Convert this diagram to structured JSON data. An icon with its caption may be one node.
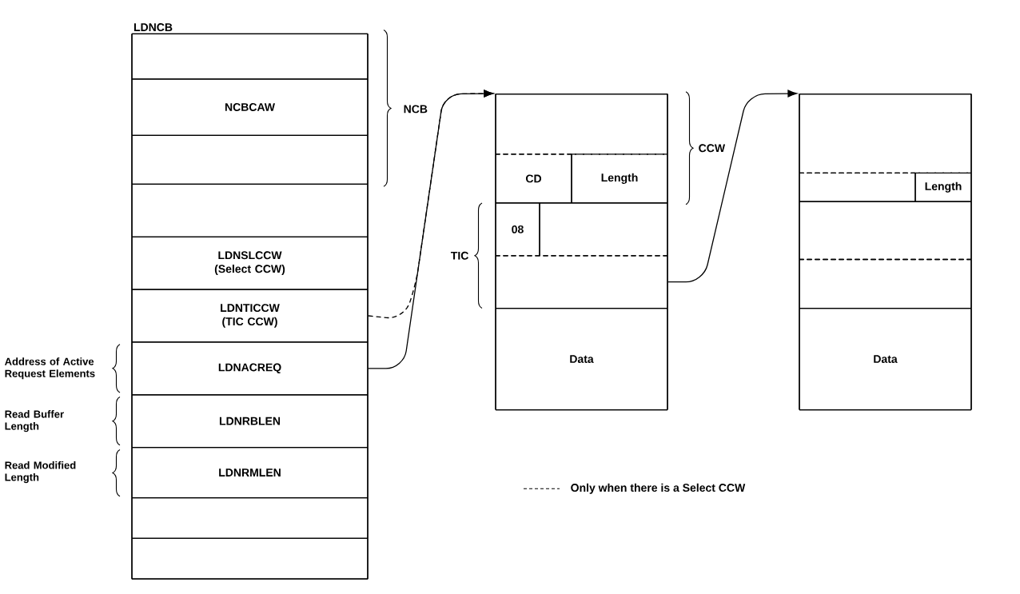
{
  "diagram": {
    "nodes": [
      {
        "text": [
          "LDNCB"
        ]
      },
      {
        "text": [],
        "shape": "box",
        "in": 0
      },
      {
        "text": [
          "NCBCAW"
        ],
        "in": 0
      },
      {
        "text": [],
        "shape": "box",
        "in": 0
      },
      {
        "text": [],
        "shape": "box",
        "in": 0
      },
      {
        "text": [
          "LDNSLCCW (Select CCW)"
        ],
        "in": 0
      },
      {
        "text": [
          "LDNTICCW (TIC CCW)"
        ],
        "in": 0
      },
      {
        "text": [
          "LDNACREQ"
        ],
        "in": 0
      },
      {
        "text": [
          "LDNRBLEN"
        ],
        "in": 0
      },
      {
        "text": [
          "LDNRMLEN"
        ],
        "in": 0
      },
      {
        "text": [],
        "shape": "box",
        "in": 0
      },
      {
        "text": [],
        "shape": "box",
        "in": 0
      },
      {
        "text": [],
        "shape": "box"
      },
      {
        "text": [],
        "shape": "box",
        "in": 12
      },
      {
        "text": [
          "CD"
        ],
        "in": 12
      },
      {
        "text": [
          "Length"
        ],
        "in": 12
      },
      {
        "text": [
          "08"
        ],
        "in": 12
      },
      {
        "text": [],
        "shape": "box",
        "in": 12
      },
      {
        "text": [],
        "shape": "box",
        "in": 12
      },
      {
        "text": [
          "Data"
        ],
        "in": 12
      },
      {
        "text": [],
        "shape": "box"
      },
      {
        "text": [],
        "shape": "box",
        "in": 20
      },
      {
        "text": [],
        "shape": "box",
        "in": 20
      },
      {
        "text": [
          "Length"
        ],
        "in": 20
      },
      {
        "text": [],
        "shape": "box",
        "in": 20
      },
      {
        "text": [],
        "shape": "box",
        "in": 20
      },
      {
        "text": [
          "Data"
        ],
        "in": 20
      }
    ],
    "edges": [
      {
        "from": 7,
        "to": 12,
        "arrow": "to"
      },
      {
        "from": 6,
        "to": 12,
        "arrow": "to",
        "style": "dashed"
      },
      {
        "from": 18,
        "to": 20,
        "arrow": "to"
      }
    ],
    "labels": [
      "NCB",
      "CCW",
      "TIC",
      "Address of Active Request Elements",
      "Read Buffer Length",
      "Read Modified Length"
    ],
    "legend": [
      {
        "text": "Only when there is a Select CCW"
      }
    ]
  }
}
